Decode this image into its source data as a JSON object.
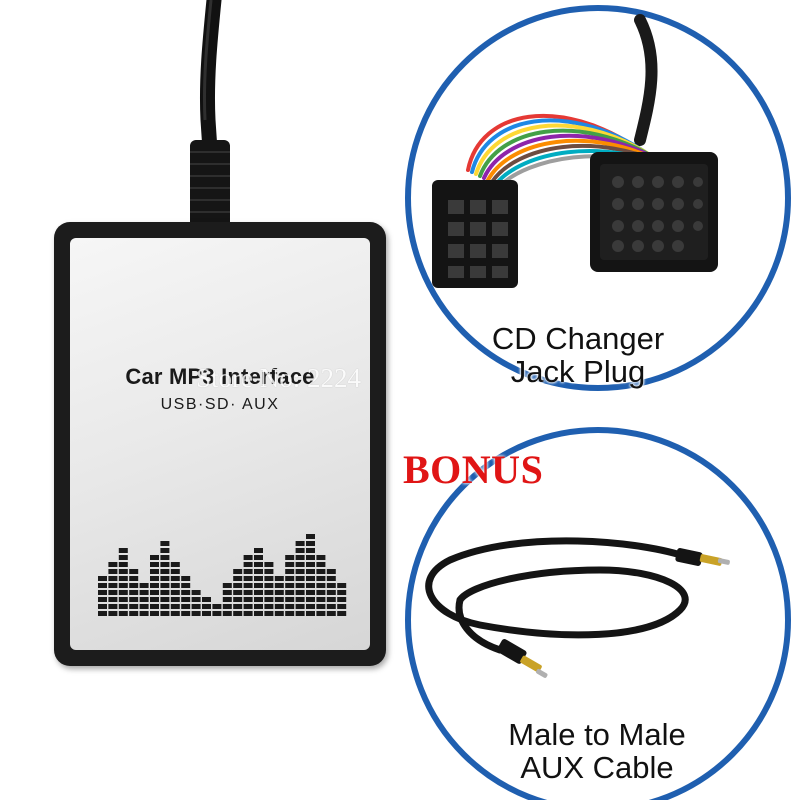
{
  "device": {
    "title": "Car MP3 Interface",
    "subtitle": "USB·SD· AUX"
  },
  "watermark": "Store No: 2224",
  "top_circle": {
    "caption_line1": "CD Changer",
    "caption_line2": "Jack Plug"
  },
  "bonus_label": "BONUS",
  "bottom_circle": {
    "caption_line1": "Male to Male",
    "caption_line2": "AUX Cable"
  },
  "colors": {
    "circle_ring": "#1f5fb0",
    "bonus_text": "#e01515",
    "device_body": "#1c1c1c",
    "wire_colors": [
      "#e53935",
      "#1e88e5",
      "#fdd835",
      "#43a047",
      "#8e24aa",
      "#fb8c00",
      "#ffffff",
      "#6d4c41",
      "#9e9e9e",
      "#00acc1"
    ]
  }
}
